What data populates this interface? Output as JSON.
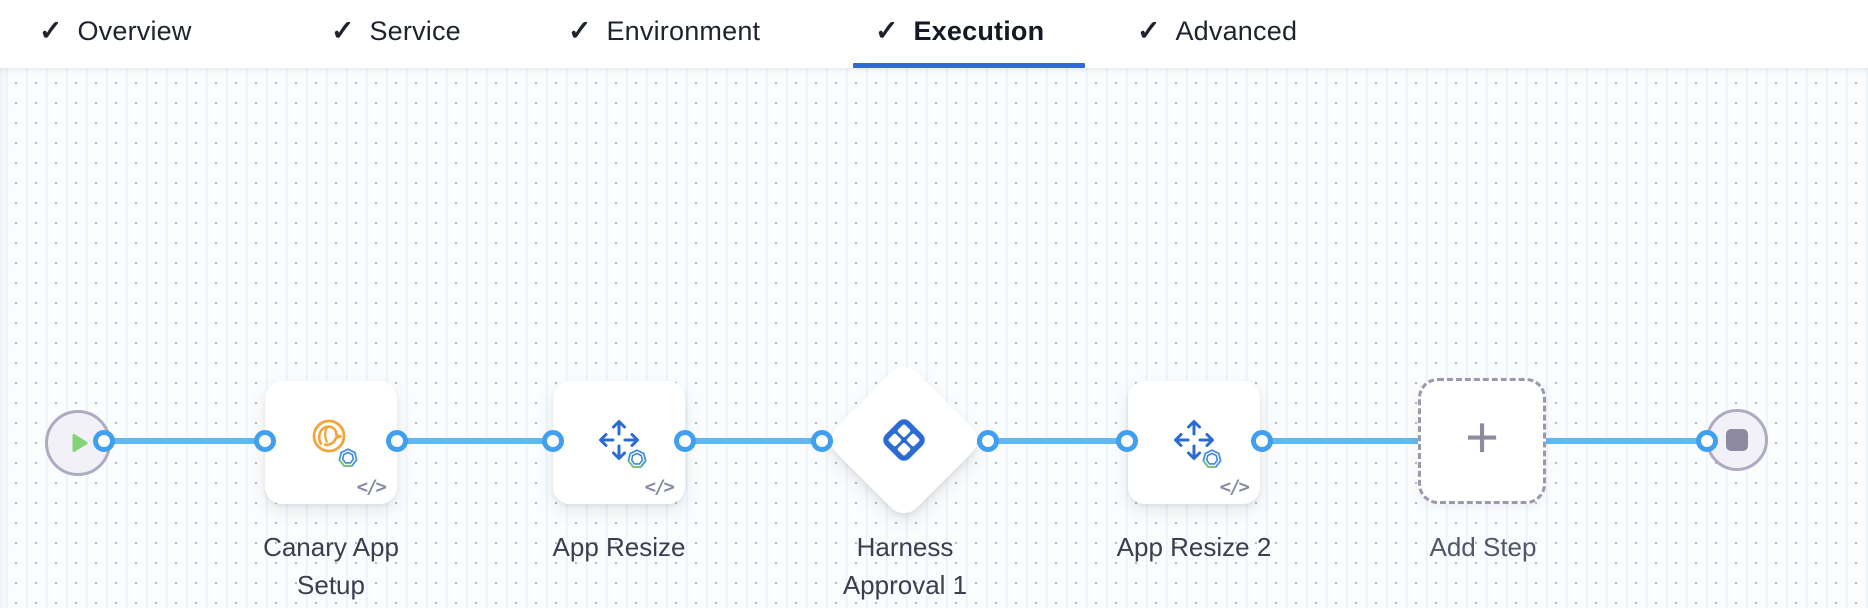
{
  "header": {
    "check_glyph": "✓",
    "tabs": [
      {
        "label": "Overview",
        "checked": true,
        "active": false
      },
      {
        "label": "Service",
        "checked": true,
        "active": false
      },
      {
        "label": "Environment",
        "checked": true,
        "active": false
      },
      {
        "label": "Execution",
        "checked": true,
        "active": true
      },
      {
        "label": "Advanced",
        "checked": true,
        "active": false
      }
    ]
  },
  "canvas": {
    "start_node": {
      "icon": "play-icon"
    },
    "end_node": {
      "icon": "stop-icon"
    },
    "steps": [
      {
        "name": "Canary App Setup",
        "icon": "canary-icon",
        "template_glyph": "</>"
      },
      {
        "name": "App Resize",
        "icon": "resize-arrows-icon",
        "template_glyph": "</>"
      },
      {
        "name": "Harness Approval 1",
        "icon": "harness-approval-icon"
      },
      {
        "name": "App Resize 2",
        "icon": "resize-arrows-icon",
        "template_glyph": "</>"
      }
    ],
    "add_step": {
      "label": "Add Step",
      "plus_glyph": "+"
    }
  },
  "colors": {
    "tab_accent": "#2e6bd6",
    "connector_line": "#5fb8f2",
    "connector_ring": "#3f9ff0",
    "step_icon_blue": "#2b6cd3",
    "canary_orange": "#f2a53c",
    "play_green": "#84d379",
    "terminal_gray": "#8d89a1"
  }
}
